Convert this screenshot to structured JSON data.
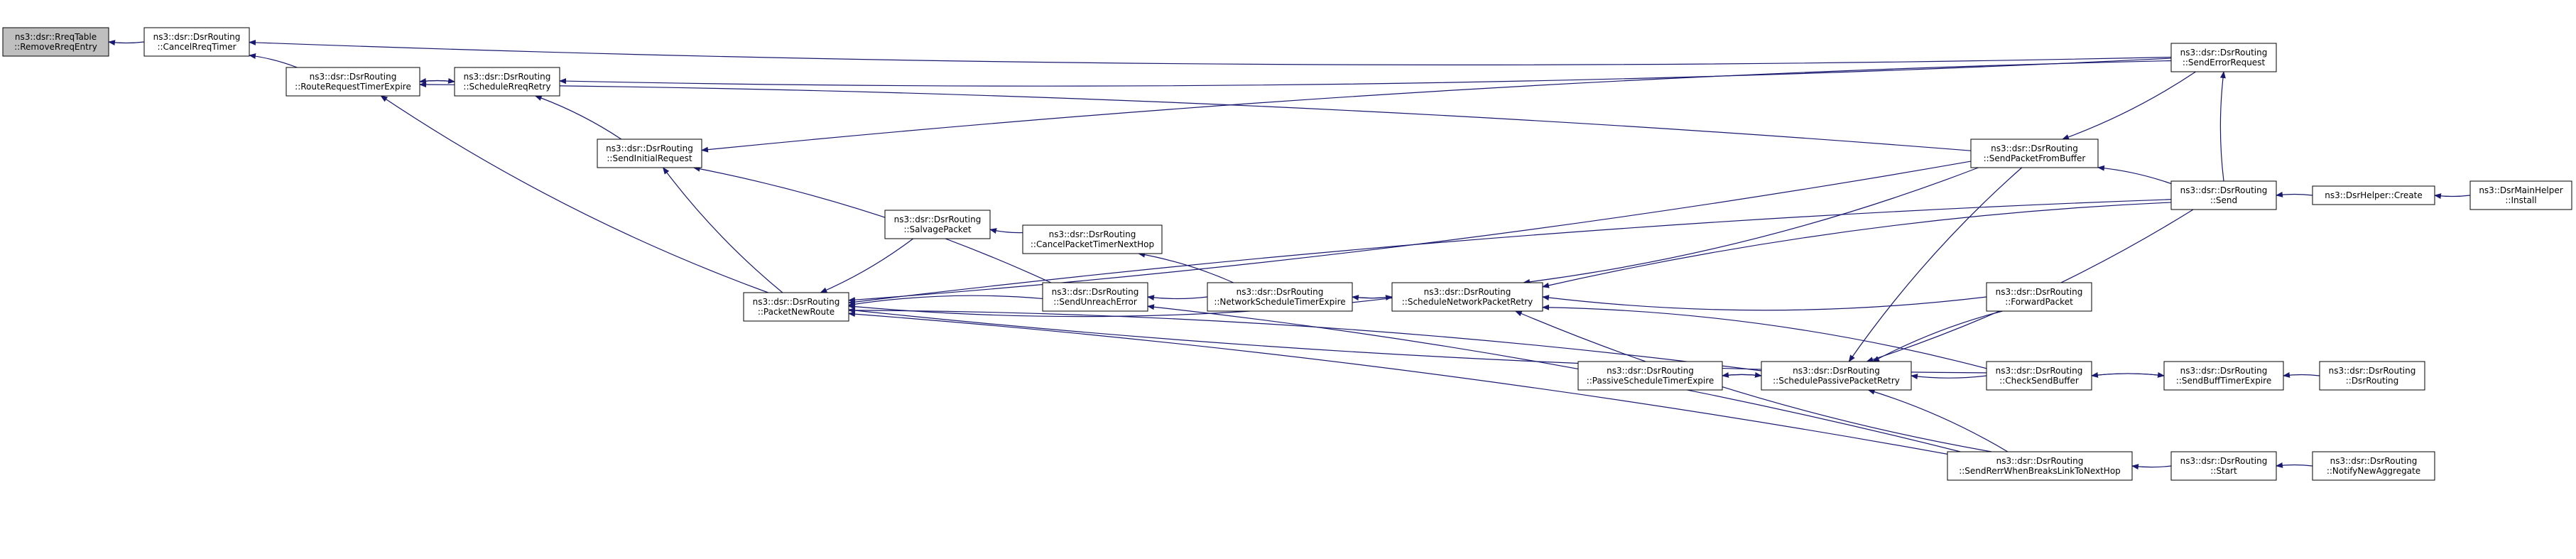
{
  "nodes": [
    {
      "id": "RemoveReqEntry",
      "lines": [
        "ns3::dsr::RreqTable",
        "::RemoveRreqEntry"
      ],
      "root": true
    },
    {
      "id": "CancelRreqTimer",
      "lines": [
        "ns3::dsr::DsrRouting",
        "::CancelRreqTimer"
      ]
    },
    {
      "id": "RouteRequestTimerExpire",
      "lines": [
        "ns3::dsr::DsrRouting",
        "::RouteRequestTimerExpire"
      ]
    },
    {
      "id": "ScheduleRreqRetry",
      "lines": [
        "ns3::dsr::DsrRouting",
        "::ScheduleRreqRetry"
      ]
    },
    {
      "id": "SendInitialRequest",
      "lines": [
        "ns3::dsr::DsrRouting",
        "::SendInitialRequest"
      ]
    },
    {
      "id": "PacketNewRoute",
      "lines": [
        "ns3::dsr::DsrRouting",
        "::PacketNewRoute"
      ]
    },
    {
      "id": "SalvagePacket",
      "lines": [
        "ns3::dsr::DsrRouting",
        "::SalvagePacket"
      ]
    },
    {
      "id": "CancelPacketTimerNextHop",
      "lines": [
        "ns3::dsr::DsrRouting",
        "::CancelPacketTimerNextHop"
      ]
    },
    {
      "id": "SendUnreachError",
      "lines": [
        "ns3::dsr::DsrRouting",
        "::SendUnreachError"
      ]
    },
    {
      "id": "NetworkScheduleTimerExpire",
      "lines": [
        "ns3::dsr::DsrRouting",
        "::NetworkScheduleTimerExpire"
      ]
    },
    {
      "id": "ScheduleNetworkPacketRetry",
      "lines": [
        "ns3::dsr::DsrRouting",
        "::ScheduleNetworkPacketRetry"
      ]
    },
    {
      "id": "PassiveScheduleTimerExpire",
      "lines": [
        "ns3::dsr::DsrRouting",
        "::PassiveScheduleTimerExpire"
      ]
    },
    {
      "id": "SchedulePassivePacketRetry",
      "lines": [
        "ns3::dsr::DsrRouting",
        "::SchedulePassivePacketRetry"
      ]
    },
    {
      "id": "SendPacketFromBuffer",
      "lines": [
        "ns3::dsr::DsrRouting",
        "::SendPacketFromBuffer"
      ]
    },
    {
      "id": "SendErrorRequest",
      "lines": [
        "ns3::dsr::DsrRouting",
        "::SendErrorRequest"
      ]
    },
    {
      "id": "Send",
      "lines": [
        "ns3::dsr::DsrRouting",
        "::Send"
      ]
    },
    {
      "id": "DsrHelperCreate",
      "lines": [
        "ns3::DsrHelper::Create"
      ]
    },
    {
      "id": "DsrMainHelperInstall",
      "lines": [
        "ns3::DsrMainHelper",
        "::Install"
      ]
    },
    {
      "id": "ForwardPacket",
      "lines": [
        "ns3::dsr::DsrRouting",
        "::ForwardPacket"
      ]
    },
    {
      "id": "CheckSendBuffer",
      "lines": [
        "ns3::dsr::DsrRouting",
        "::CheckSendBuffer"
      ]
    },
    {
      "id": "SendBuffTimerExpire",
      "lines": [
        "ns3::dsr::DsrRouting",
        "::SendBuffTimerExpire"
      ]
    },
    {
      "id": "DsrRoutingCtor",
      "lines": [
        "ns3::dsr::DsrRouting",
        "::DsrRouting"
      ]
    },
    {
      "id": "SendRerrWhenBreaksLinkToNextHop",
      "lines": [
        "ns3::dsr::DsrRouting",
        "::SendRerrWhenBreaksLinkToNextHop"
      ]
    },
    {
      "id": "Start",
      "lines": [
        "ns3::dsr::DsrRouting",
        "::Start"
      ]
    },
    {
      "id": "NotifyNewAggregate",
      "lines": [
        "ns3::dsr::DsrRouting",
        "::NotifyNewAggregate"
      ]
    }
  ],
  "edges": [
    [
      "CancelRreqTimer",
      "RemoveReqEntry"
    ],
    [
      "RouteRequestTimerExpire",
      "CancelRreqTimer"
    ],
    [
      "SendErrorRequest",
      "CancelRreqTimer"
    ],
    [
      "ScheduleRreqRetry",
      "RouteRequestTimerExpire"
    ],
    [
      "RouteRequestTimerExpire",
      "ScheduleRreqRetry"
    ],
    [
      "SendPacketFromBuffer",
      "RouteRequestTimerExpire"
    ],
    [
      "SendErrorRequest",
      "ScheduleRreqRetry"
    ],
    [
      "SendInitialRequest",
      "ScheduleRreqRetry"
    ],
    [
      "PacketNewRoute",
      "RouteRequestTimerExpire"
    ],
    [
      "SendErrorRequest",
      "SendInitialRequest"
    ],
    [
      "PacketNewRoute",
      "SendInitialRequest"
    ],
    [
      "SendUnreachError",
      "SendInitialRequest"
    ],
    [
      "SendPacketFromBuffer",
      "PacketNewRoute"
    ],
    [
      "Send",
      "PacketNewRoute"
    ],
    [
      "SalvagePacket",
      "PacketNewRoute"
    ],
    [
      "SendUnreachError",
      "PacketNewRoute"
    ],
    [
      "ScheduleNetworkPacketRetry",
      "PacketNewRoute"
    ],
    [
      "SchedulePassivePacketRetry",
      "PacketNewRoute"
    ],
    [
      "CheckSendBuffer",
      "PacketNewRoute"
    ],
    [
      "SendRerrWhenBreaksLinkToNextHop",
      "PacketNewRoute"
    ],
    [
      "CancelPacketTimerNextHop",
      "SalvagePacket"
    ],
    [
      "NetworkScheduleTimerExpire",
      "CancelPacketTimerNextHop"
    ],
    [
      "NetworkScheduleTimerExpire",
      "SendUnreachError"
    ],
    [
      "SendRerrWhenBreaksLinkToNextHop",
      "SendUnreachError"
    ],
    [
      "ScheduleNetworkPacketRetry",
      "NetworkScheduleTimerExpire"
    ],
    [
      "NetworkScheduleTimerExpire",
      "ScheduleNetworkPacketRetry"
    ],
    [
      "SendPacketFromBuffer",
      "ScheduleNetworkPacketRetry"
    ],
    [
      "Send",
      "ScheduleNetworkPacketRetry"
    ],
    [
      "ForwardPacket",
      "ScheduleNetworkPacketRetry"
    ],
    [
      "CheckSendBuffer",
      "ScheduleNetworkPacketRetry"
    ],
    [
      "SendRerrWhenBreaksLinkToNextHop",
      "ScheduleNetworkPacketRetry"
    ],
    [
      "SchedulePassivePacketRetry",
      "PassiveScheduleTimerExpire"
    ],
    [
      "PassiveScheduleTimerExpire",
      "SchedulePassivePacketRetry"
    ],
    [
      "SendPacketFromBuffer",
      "SchedulePassivePacketRetry"
    ],
    [
      "Send",
      "SchedulePassivePacketRetry"
    ],
    [
      "ForwardPacket",
      "SchedulePassivePacketRetry"
    ],
    [
      "CheckSendBuffer",
      "SchedulePassivePacketRetry"
    ],
    [
      "SendRerrWhenBreaksLinkToNextHop",
      "SchedulePassivePacketRetry"
    ],
    [
      "SendErrorRequest",
      "SendPacketFromBuffer"
    ],
    [
      "Send",
      "SendPacketFromBuffer"
    ],
    [
      "Send",
      "SendErrorRequest"
    ],
    [
      "DsrHelperCreate",
      "Send"
    ],
    [
      "DsrMainHelperInstall",
      "DsrHelperCreate"
    ],
    [
      "SendBuffTimerExpire",
      "CheckSendBuffer"
    ],
    [
      "CheckSendBuffer",
      "SendBuffTimerExpire"
    ],
    [
      "DsrRoutingCtor",
      "SendBuffTimerExpire"
    ],
    [
      "Start",
      "SendRerrWhenBreaksLinkToNextHop"
    ],
    [
      "NotifyNewAggregate",
      "Start"
    ]
  ]
}
